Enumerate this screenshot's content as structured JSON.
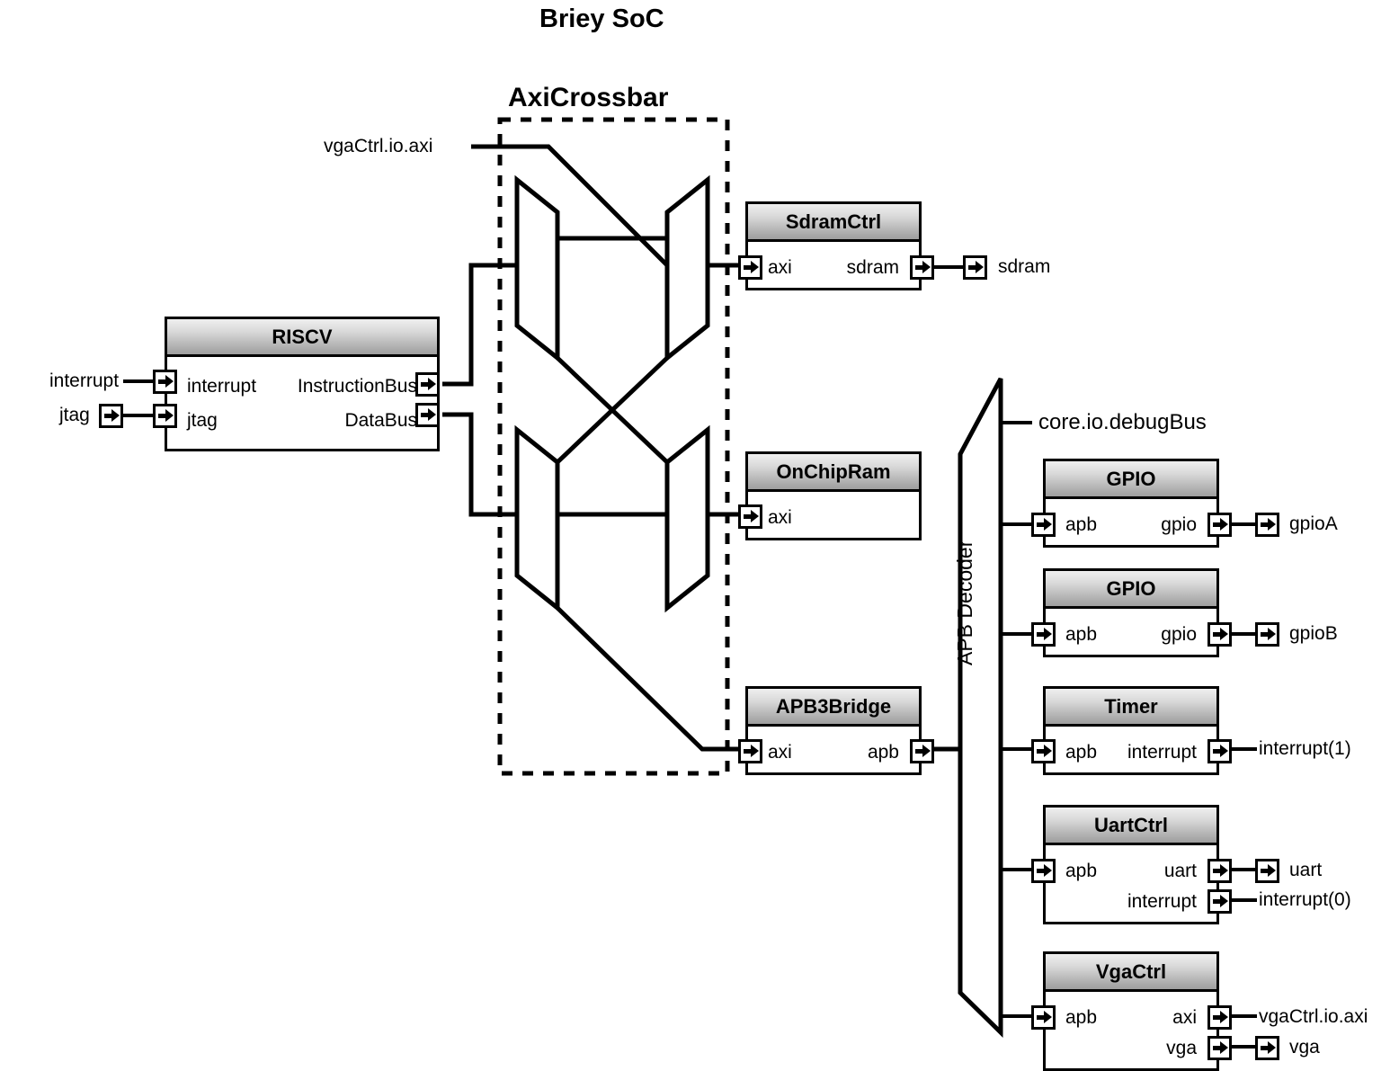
{
  "diagram": {
    "title": "Briey SoC",
    "crossbar_title": "AxiCrossbar",
    "apb_decoder_label": "APB Decoder",
    "colors": {
      "line": "#000000",
      "header_gradient_top": "#efefef",
      "header_gradient_bottom": "#9e9e9e",
      "background": "#ffffff"
    }
  },
  "external_signals": {
    "interrupt_in": "interrupt",
    "jtag_in": "jtag",
    "vga_axi_top": "vgaCtrl.io.axi",
    "debug_bus": "core.io.debugBus",
    "sdram_out": "sdram",
    "gpioA_out": "gpioA",
    "gpioB_out": "gpioB",
    "timer_interrupt_out": "interrupt(1)",
    "uart_out": "uart",
    "uart_interrupt_out": "interrupt(0)",
    "vga_axi_out": "vgaCtrl.io.axi",
    "vga_out": "vga"
  },
  "modules": {
    "riscv": {
      "name": "RISCV",
      "inputs": [
        "interrupt",
        "jtag"
      ],
      "outputs": [
        "InstructionBus",
        "DataBus"
      ]
    },
    "sdramctrl": {
      "name": "SdramCtrl",
      "inputs": [
        "axi"
      ],
      "outputs": [
        "sdram"
      ]
    },
    "onchipram": {
      "name": "OnChipRam",
      "inputs": [
        "axi"
      ],
      "outputs": []
    },
    "apb3bridge": {
      "name": "APB3Bridge",
      "inputs": [
        "axi"
      ],
      "outputs": [
        "apb"
      ]
    },
    "gpioA": {
      "name": "GPIO",
      "inputs": [
        "apb"
      ],
      "outputs": [
        "gpio"
      ]
    },
    "gpioB": {
      "name": "GPIO",
      "inputs": [
        "apb"
      ],
      "outputs": [
        "gpio"
      ]
    },
    "timer": {
      "name": "Timer",
      "inputs": [
        "apb"
      ],
      "outputs": [
        "interrupt"
      ]
    },
    "uartctrl": {
      "name": "UartCtrl",
      "inputs": [
        "apb"
      ],
      "outputs": [
        "uart",
        "interrupt"
      ]
    },
    "vgactrl": {
      "name": "VgaCtrl",
      "inputs": [
        "apb"
      ],
      "outputs": [
        "axi",
        "vga"
      ]
    }
  }
}
